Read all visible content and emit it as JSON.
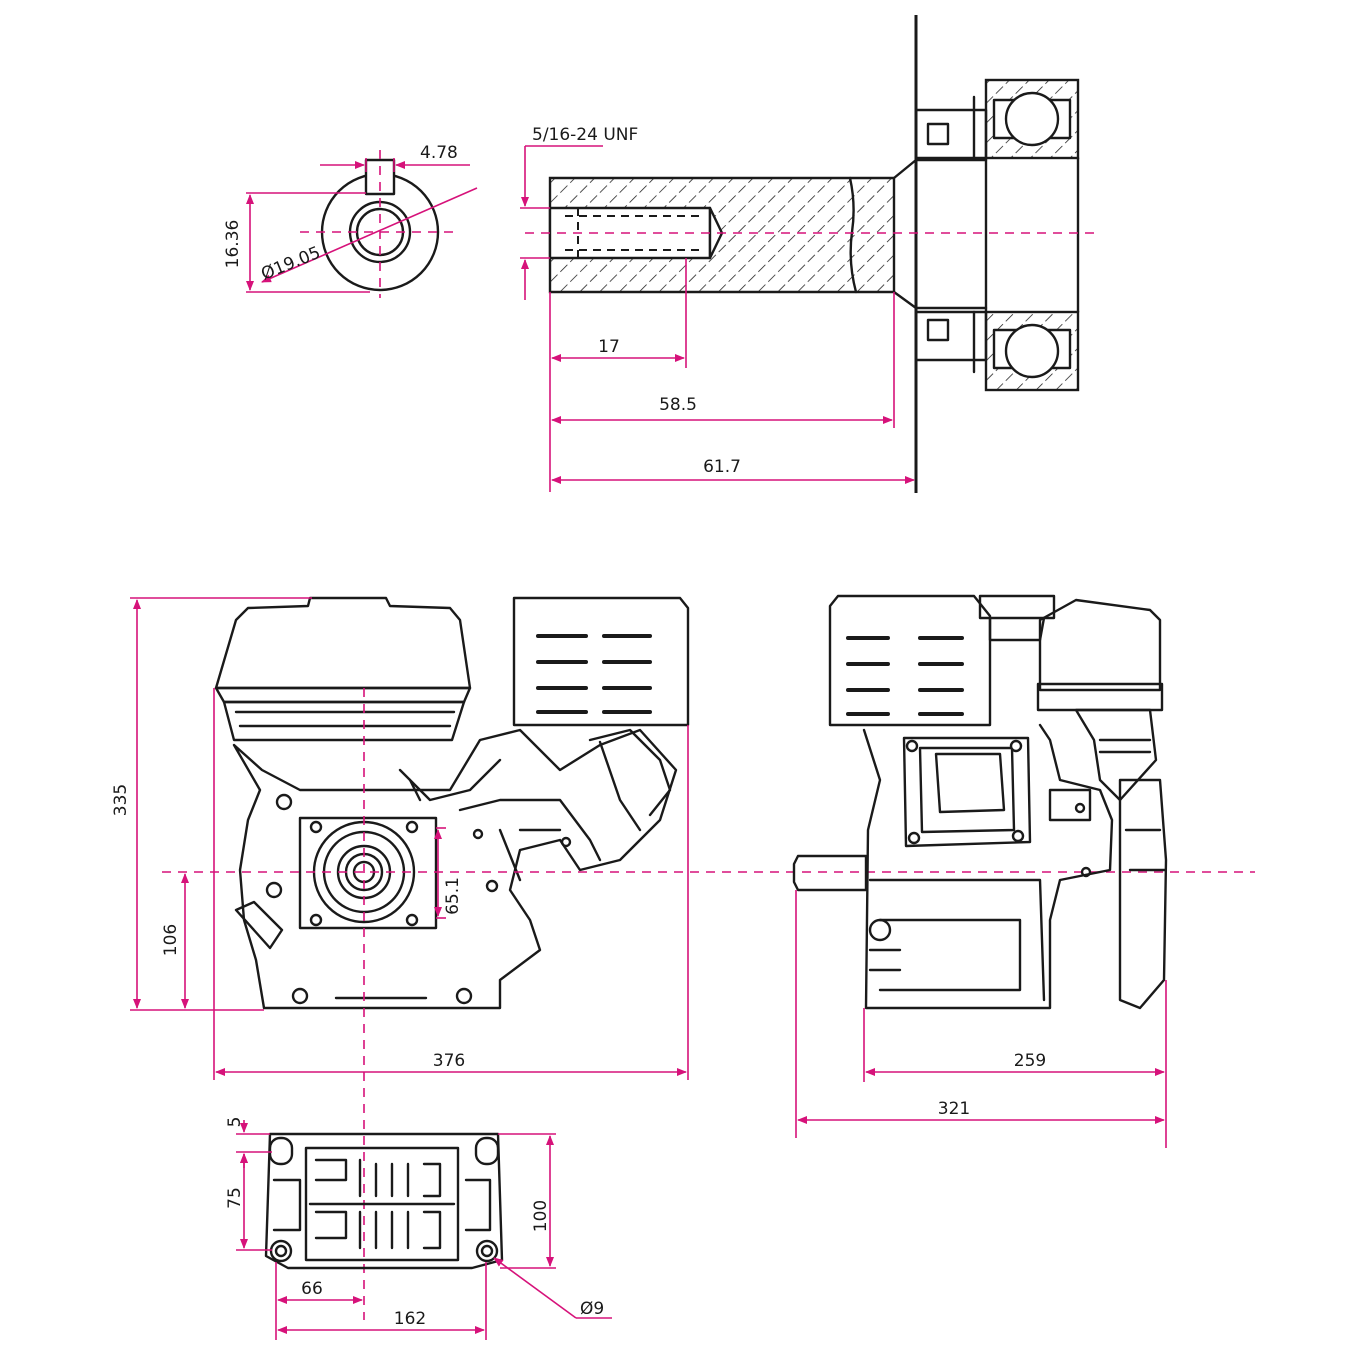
{
  "colors": {
    "line": "#1a1a1a",
    "dimension": "#d6127a",
    "background": "#ffffff"
  },
  "shaft_end_view": {
    "key_width": "4.78",
    "height_to_key": "16.36",
    "diameter": "Ø19.05"
  },
  "shaft_side_view": {
    "thread": "5/16-24 UNF",
    "thread_depth": "17",
    "shaft_length": "58.5",
    "shaft_total": "61.7"
  },
  "front_view": {
    "height": "335",
    "shaft_height": "106",
    "bolt_circle": "65.1",
    "width": "376"
  },
  "side_view": {
    "body_length": "259",
    "overall_length": "321"
  },
  "base_view": {
    "edge_offset": "5",
    "hole_spacing_y": "75",
    "depth": "100",
    "center_offset": "66",
    "hole_spacing_x": "162",
    "hole_diameter": "Ø9"
  }
}
